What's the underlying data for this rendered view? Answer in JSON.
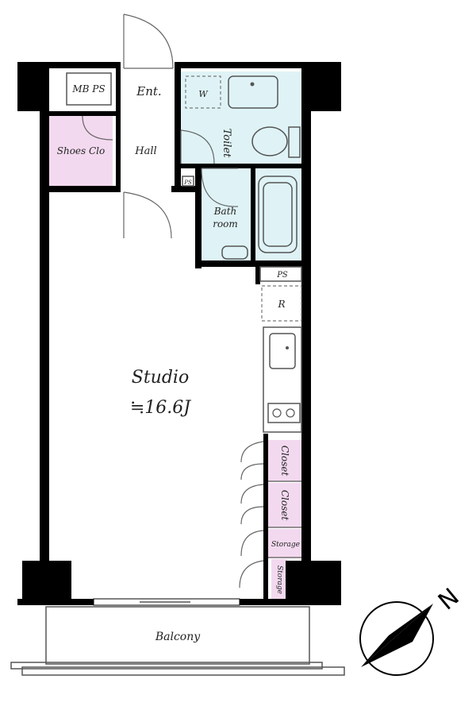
{
  "rooms": {
    "mb_ps": "MB PS",
    "entrance": "Ent.",
    "washer": "W",
    "toilet": "Toilet",
    "shoes_closet": "Shoes Clo",
    "hall": "Hall",
    "ps_small": "PS",
    "bathroom_line1": "Bath",
    "bathroom_line2": "room",
    "ps": "PS",
    "refrigerator": "R",
    "studio": "Studio",
    "studio_area": "≒16.6J",
    "closet_1": "Closet",
    "closet_2": "Closet",
    "storage_1": "Storage",
    "storage_2": "Storage",
    "balcony": "Balcony"
  },
  "compass": {
    "north_label": "N"
  },
  "colors": {
    "wet_area": "#dff3f6",
    "storage": "#f3d9ef",
    "wall": "#000000"
  }
}
